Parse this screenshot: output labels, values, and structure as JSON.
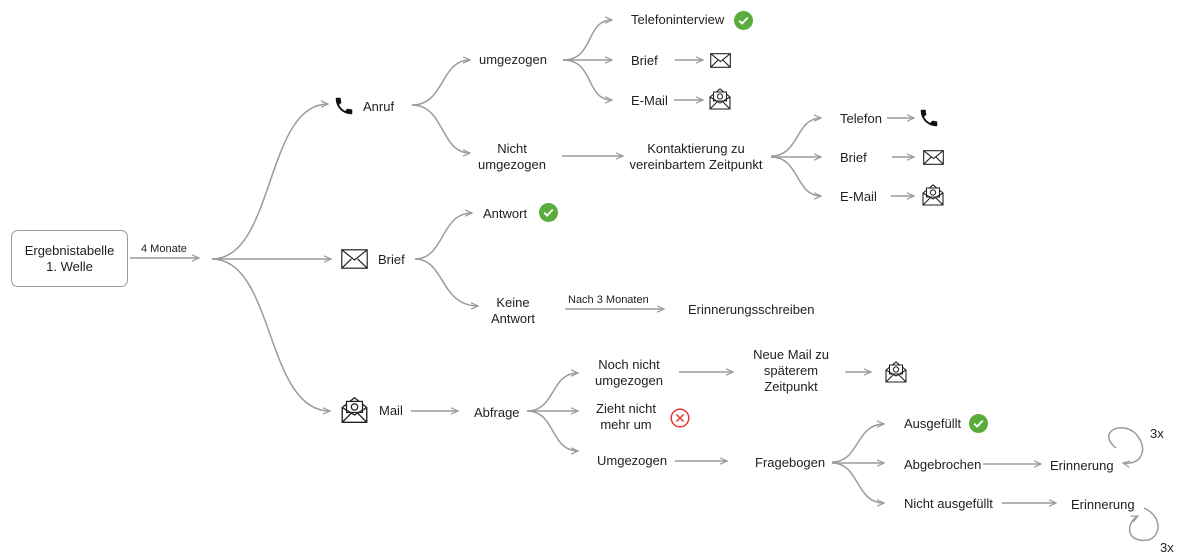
{
  "root": {
    "line1": "Ergebnistabelle",
    "line2": "1. Welle"
  },
  "edge_labels": {
    "four_months": "4 Monate",
    "after_three_months": "Nach 3 Monaten",
    "repeat_top": "3x",
    "repeat_bottom": "3x"
  },
  "anruf": {
    "label": "Anruf",
    "umgezogen": "umgezogen",
    "telefoninterview": "Telefoninterview",
    "brief": "Brief",
    "email": "E-Mail",
    "nicht_umgezogen": [
      "Nicht",
      "umgezogen"
    ],
    "kontaktierung": [
      "Kontaktierung zu",
      "vereinbartem Zeitpunkt"
    ],
    "telefon": "Telefon",
    "brief2": "Brief",
    "email2": "E-Mail"
  },
  "brief": {
    "label": "Brief",
    "antwort": "Antwort",
    "keine_antwort": [
      "Keine",
      "Antwort"
    ],
    "erinnerungsschreiben": "Erinnerungsschreiben"
  },
  "mail": {
    "label": "Mail",
    "abfrage": "Abfrage",
    "noch_nicht": [
      "Noch nicht",
      "umgezogen"
    ],
    "neue_mail": [
      "Neue Mail zu",
      "späterem",
      "Zeitpunkt"
    ],
    "zieht_nicht": [
      "Zieht nicht",
      "mehr um"
    ],
    "umgezogen": "Umgezogen",
    "fragebogen": "Fragebogen",
    "ausgefuellt": "Ausgefüllt",
    "abgebrochen": "Abgebrochen",
    "nicht_ausgefuellt": "Nicht ausgefüllt",
    "erinnerung1": "Erinnerung",
    "erinnerung2": "Erinnerung"
  },
  "colors": {
    "line": "#9b9b9b",
    "success": "#5aad3c",
    "fail": "#e53935"
  },
  "icons": [
    "phone-icon",
    "envelope-icon",
    "email-envelope-icon",
    "check-icon",
    "cross-icon",
    "loop-arrow-icon"
  ]
}
